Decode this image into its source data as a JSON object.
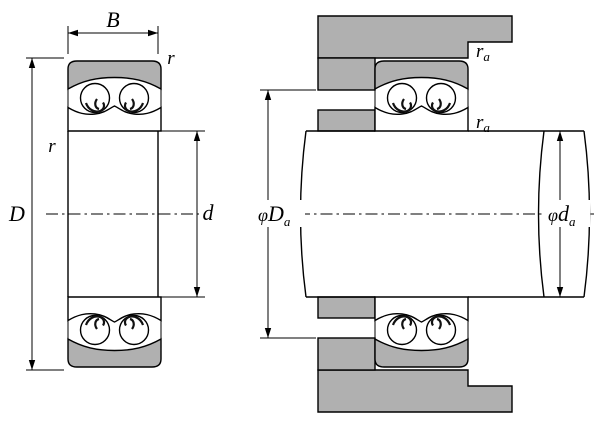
{
  "left_figure": {
    "width_label": "B",
    "outer_diameter_label": "D",
    "bore_diameter_label": "d",
    "outer_chamfer_label": "r",
    "inner_chamfer_label": "r"
  },
  "right_figure": {
    "phi_symbol": "φ",
    "subscript": "a",
    "housing_fillet_label": "r",
    "shaft_fillet_label": "r",
    "housing_shoulder_label": "D",
    "shaft_shoulder_label": "d"
  },
  "colors": {
    "shaded": "#b0b0b0",
    "line": "#000000",
    "background": "#ffffff"
  }
}
